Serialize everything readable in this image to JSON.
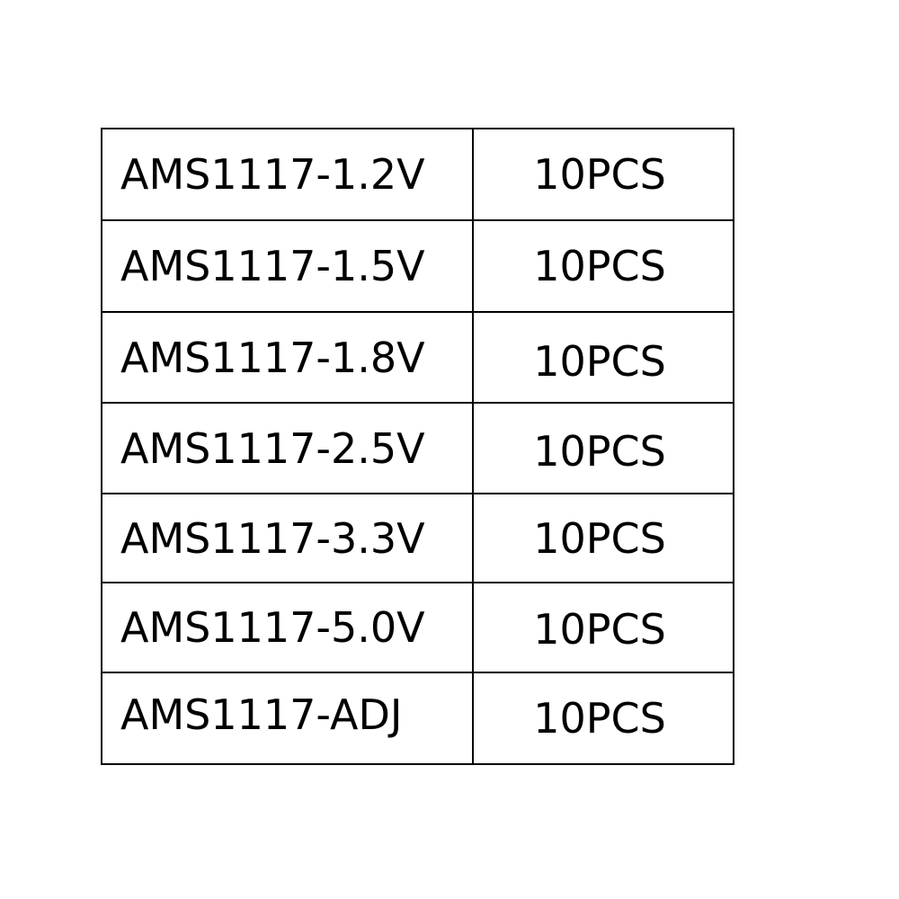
{
  "table": {
    "rows": [
      {
        "model": "AMS1117-1.2V",
        "qty": "10PCS"
      },
      {
        "model": "AMS1117-1.5V",
        "qty": "10PCS"
      },
      {
        "model": "AMS1117-1.8V",
        "qty": "10PCS"
      },
      {
        "model": "AMS1117-2.5V",
        "qty": "10PCS"
      },
      {
        "model": "AMS1117-3.3V",
        "qty": "10PCS"
      },
      {
        "model": "AMS1117-5.0V",
        "qty": "10PCS"
      },
      {
        "model": "AMS1117-ADJ",
        "qty": "10PCS"
      }
    ]
  }
}
